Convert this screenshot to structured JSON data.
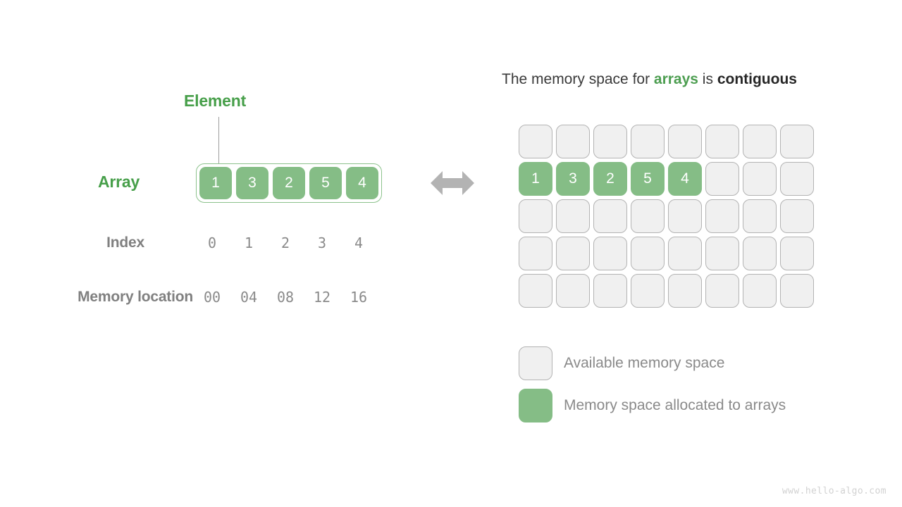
{
  "left": {
    "element_callout": "Element",
    "array_label": "Array",
    "index_label": "Index",
    "memory_label": "Memory location",
    "array_values": [
      "1",
      "3",
      "2",
      "5",
      "4"
    ],
    "index_values": [
      "0",
      "1",
      "2",
      "3",
      "4"
    ],
    "memory_values": [
      "00",
      "04",
      "08",
      "12",
      "16"
    ]
  },
  "center": {
    "arrow_icon": "double-arrow-horizontal-icon",
    "arrow_color": "#b3b3b3"
  },
  "right": {
    "title": {
      "part1": "The memory space for ",
      "highlight_green": "arrays",
      "part2": " is ",
      "highlight_bold": "contiguous"
    },
    "grid": {
      "rows": 5,
      "cols": 8,
      "cells": [
        [
          "",
          "",
          "",
          "",
          "",
          "",
          "",
          ""
        ],
        [
          "1",
          "3",
          "2",
          "5",
          "4",
          "",
          "",
          ""
        ],
        [
          "",
          "",
          "",
          "",
          "",
          "",
          "",
          ""
        ],
        [
          "",
          "",
          "",
          "",
          "",
          "",
          "",
          ""
        ],
        [
          "",
          "",
          "",
          "",
          "",
          "",
          "",
          ""
        ]
      ]
    },
    "legend": [
      {
        "swatch": "free",
        "label": "Available memory space"
      },
      {
        "swatch": "used",
        "label": "Memory space allocated to arrays"
      }
    ]
  },
  "colors": {
    "accent_green": "#479f4a",
    "cell_green": "#85bd86",
    "cell_free": "#f0f0f0",
    "cell_border": "#b3b3b3",
    "label_gray": "#808080",
    "value_gray": "#8a8a8a"
  },
  "watermark": "www.hello-algo.com"
}
